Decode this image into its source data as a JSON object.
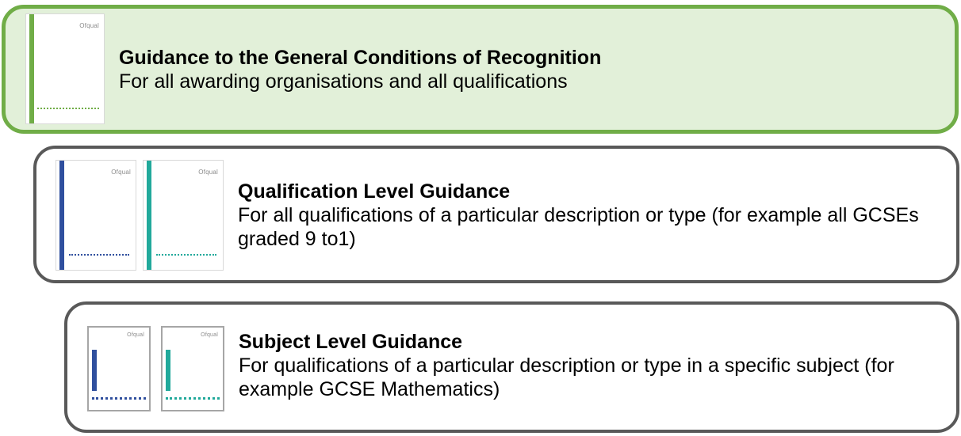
{
  "colors": {
    "tier1_fill": "#e2f0d9",
    "tier1_border": "#70ad47",
    "tier_border": "#595959",
    "thumb_green": "#70ad47",
    "thumb_navy": "#2f4f9e",
    "thumb_teal": "#21a99b"
  },
  "tiers": [
    {
      "heading": "Guidance to the General Conditions of Recognition",
      "description": "For all awarding organisations and all qualifications",
      "thumbnails": [
        {
          "logo": "Ofqual",
          "icon": "document-thumbnail-icon",
          "accent": "green"
        }
      ]
    },
    {
      "heading": "Qualification Level Guidance",
      "description": "For all qualifications of a particular description or type (for example all GCSEs graded 9 to1)",
      "thumbnails": [
        {
          "logo": "Ofqual",
          "icon": "document-thumbnail-icon",
          "accent": "navy"
        },
        {
          "logo": "Ofqual",
          "icon": "document-thumbnail-icon",
          "accent": "teal"
        }
      ]
    },
    {
      "heading": "Subject Level Guidance",
      "description": "For qualifications of a particular description or type in a specific subject (for example GCSE Mathematics)",
      "thumbnails": [
        {
          "logo": "Ofqual",
          "icon": "document-thumbnail-icon",
          "accent": "navy"
        },
        {
          "logo": "Ofqual",
          "icon": "document-thumbnail-icon",
          "accent": "teal"
        }
      ]
    }
  ]
}
